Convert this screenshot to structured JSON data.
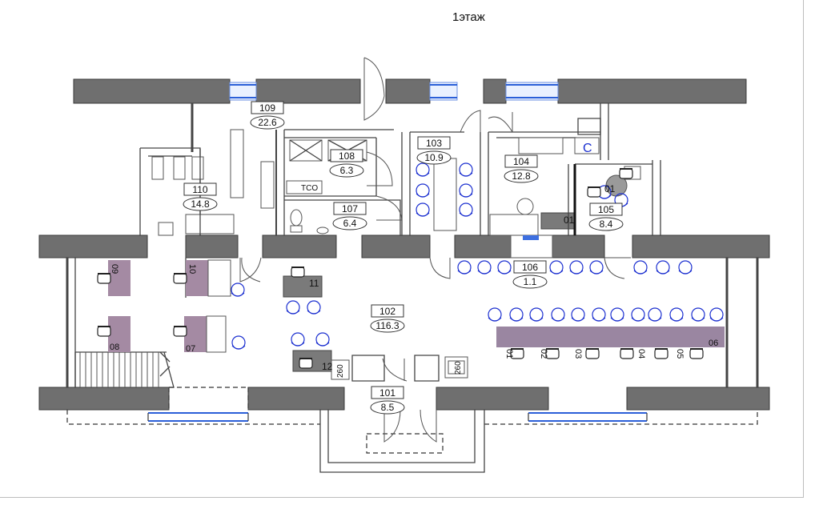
{
  "title": "1этаж",
  "rooms": [
    {
      "id": "room-101",
      "number": "101",
      "area": "8.5"
    },
    {
      "id": "room-102",
      "number": "102",
      "area": "116.3"
    },
    {
      "id": "room-103",
      "number": "103",
      "area": "10.9"
    },
    {
      "id": "room-104",
      "number": "104",
      "area": "12.8"
    },
    {
      "id": "room-105",
      "number": "105",
      "area": "8.4"
    },
    {
      "id": "room-106",
      "number": "106",
      "area": "1.1"
    },
    {
      "id": "room-107",
      "number": "107",
      "area": "6.4"
    },
    {
      "id": "room-108",
      "number": "108",
      "area": "6.3"
    },
    {
      "id": "room-109",
      "number": "109",
      "area": "22.6"
    },
    {
      "id": "room-110",
      "number": "110",
      "area": "14.8"
    }
  ],
  "labels": {
    "tco": "TCO",
    "c_mark": "C",
    "workstations": [
      "01",
      "02",
      "03",
      "04",
      "05",
      "06",
      "07",
      "08",
      "09",
      "10",
      "11",
      "12"
    ],
    "room104_ws": "01",
    "room105_ws": "01",
    "label_260a": "260",
    "label_260b": "260"
  }
}
